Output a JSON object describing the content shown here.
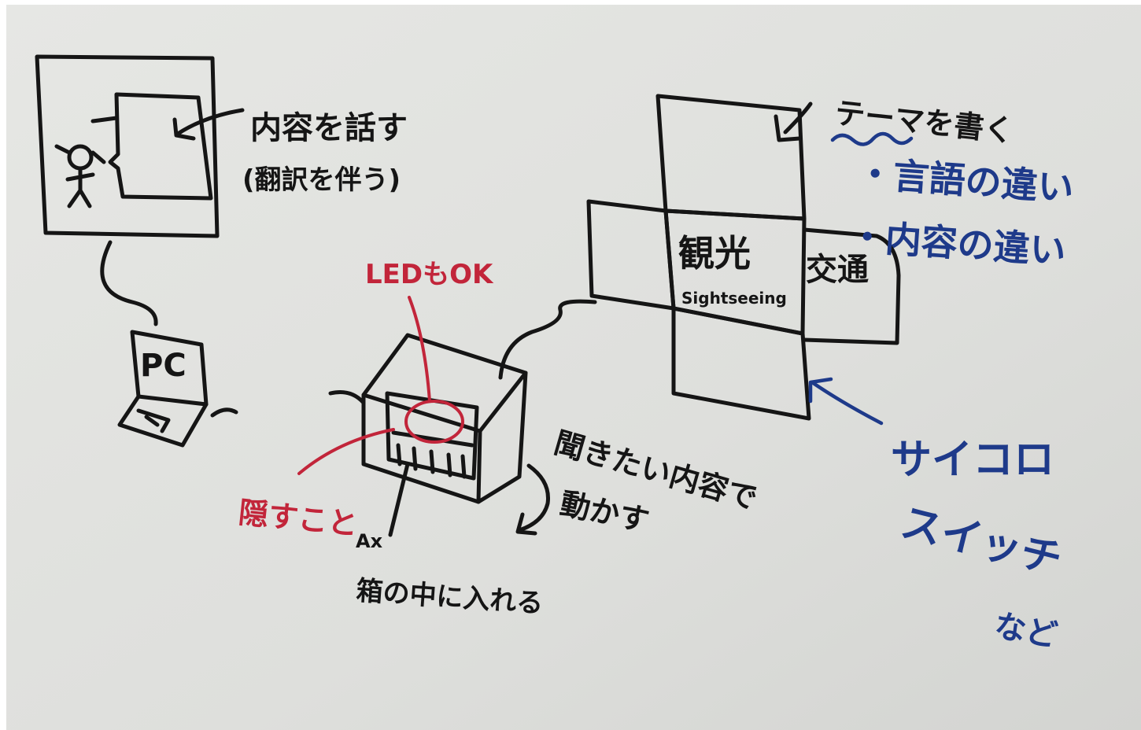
{
  "colors": {
    "board": "#e2e3e0",
    "ink_black": "#151515",
    "ink_red": "#c2253a",
    "ink_blue": "#1e3a8a"
  },
  "notes": {
    "speak_content": "内容を話す",
    "translate_too": "(翻訳を伴う)",
    "pc": "PC",
    "led_ok": "LEDもOK",
    "hide": "隠すこと",
    "put_in_box_1": "Ax",
    "put_in_box_2": "箱の中に入れる",
    "move_1": "聞きたい内容で",
    "move_2": "動かす",
    "write_theme": "テーマを書く",
    "language_diff": "・言語の違い",
    "content_diff": "・内容の違い",
    "cube_face_1": "観光",
    "cube_face_sub": "Sightseeing",
    "cube_face_2": "交通",
    "dice": "サイコロ",
    "switch": "スイッチ",
    "etc": "など"
  }
}
